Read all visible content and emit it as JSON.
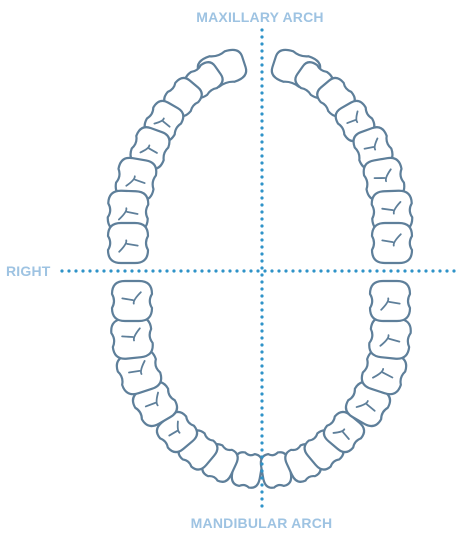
{
  "labels": {
    "maxillary": "MAXILLARY ARCH",
    "mandibular": "MANDIBULAR ARCH",
    "right": "RIGHT"
  },
  "colors": {
    "midline": "#2f93c8",
    "label": "#9ec3e2",
    "tooth_outline": "#5e7f9a"
  },
  "arches": {
    "maxillary_teeth_count": 16,
    "mandibular_teeth_count": 16
  }
}
